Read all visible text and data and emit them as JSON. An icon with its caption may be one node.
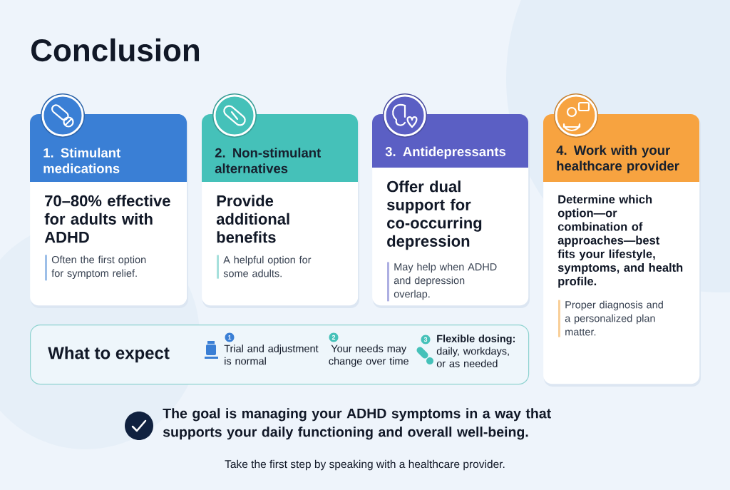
{
  "diagram": {
    "title": "Conclusion",
    "nodes": [
      {
        "text": [
          "1. Stimulant medications",
          "70–80% effective for adults with ADHD",
          "Often the first option for symptom relief."
        ]
      },
      {
        "text": [
          "2. Non-stimulant alternatives",
          "Provide additional benefits",
          "A helpful option for some adults."
        ]
      },
      {
        "text": [
          "3. Antidepressants",
          "Offer dual support for co-occurring depression",
          "May help when ADHD and depression overlap."
        ]
      },
      {
        "text": [
          "4. Work with your healthcare provider",
          "Determine which option—or combination of approaches—best fits your lifestyle, symptoms, and health profile.",
          "Proper diagnosis and a personalized plan matter."
        ]
      },
      {
        "text": [
          "What to expect"
        ]
      }
    ],
    "edges": [],
    "labels": [
      "1",
      "Trial and adjustment is normal",
      "2",
      "Your needs may change over time",
      "3",
      "**Flexible dosing:** daily, workdays, or as needed",
      "The goal is managing your ADHD symptoms in a way that supports your daily functioning and overall well-being.",
      "Take the first step by speaking with a healthcare provider."
    ]
  }
}
